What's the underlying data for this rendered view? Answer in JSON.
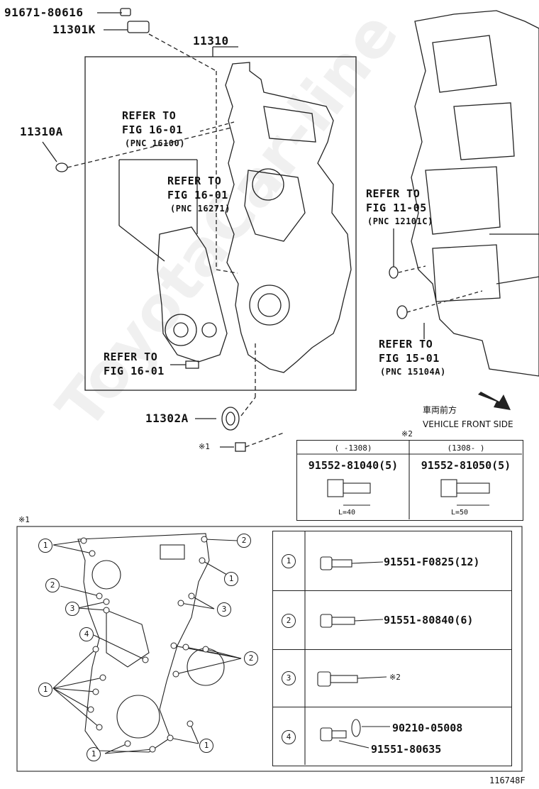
{
  "parts": {
    "bolt_top": "91671-80616",
    "sensor": "11301K",
    "cover": "11310",
    "plug": "11310A",
    "seal": "11302A",
    "note_bolt": "※1"
  },
  "refs": [
    {
      "line1": "REFER TO",
      "line2": "FIG 16-01",
      "pnc": "(PNC 16100)"
    },
    {
      "line1": "REFER TO",
      "line2": "FIG 16-01",
      "pnc": "(PNC 16271)"
    },
    {
      "line1": "REFER TO",
      "line2": "FIG 11-05",
      "pnc": "(PNC 12101C)"
    },
    {
      "line1": "REFER TO",
      "line2": "FIG 15-01",
      "pnc": "(PNC 15104A)"
    },
    {
      "line1": "REFER TO",
      "line2": "FIG 16-01"
    }
  ],
  "front": {
    "jp": "車両前方",
    "en": "VEHICLE FRONT SIDE"
  },
  "bolt_table": {
    "mark": "※2",
    "cols": [
      {
        "header": "(      -1308)",
        "part": "91552-81040(5)",
        "length": "L=40"
      },
      {
        "header": "(1308-      )",
        "part": "91552-81050(5)",
        "length": "L=50"
      }
    ]
  },
  "detail": {
    "mark": "※1",
    "rows": [
      {
        "num": "1",
        "parts": [
          "91551-F0825(12)"
        ]
      },
      {
        "num": "2",
        "parts": [
          "91551-80840(6)"
        ]
      },
      {
        "num": "3",
        "parts": [
          "※2"
        ]
      },
      {
        "num": "4",
        "parts": [
          "90210-05008",
          "91551-80635"
        ]
      }
    ],
    "callouts": [
      "1",
      "2",
      "1",
      "2",
      "3",
      "3",
      "4",
      "2",
      "1",
      "1",
      "1"
    ]
  },
  "watermark": "ToyotaCar-line",
  "figure_id": "116748F"
}
